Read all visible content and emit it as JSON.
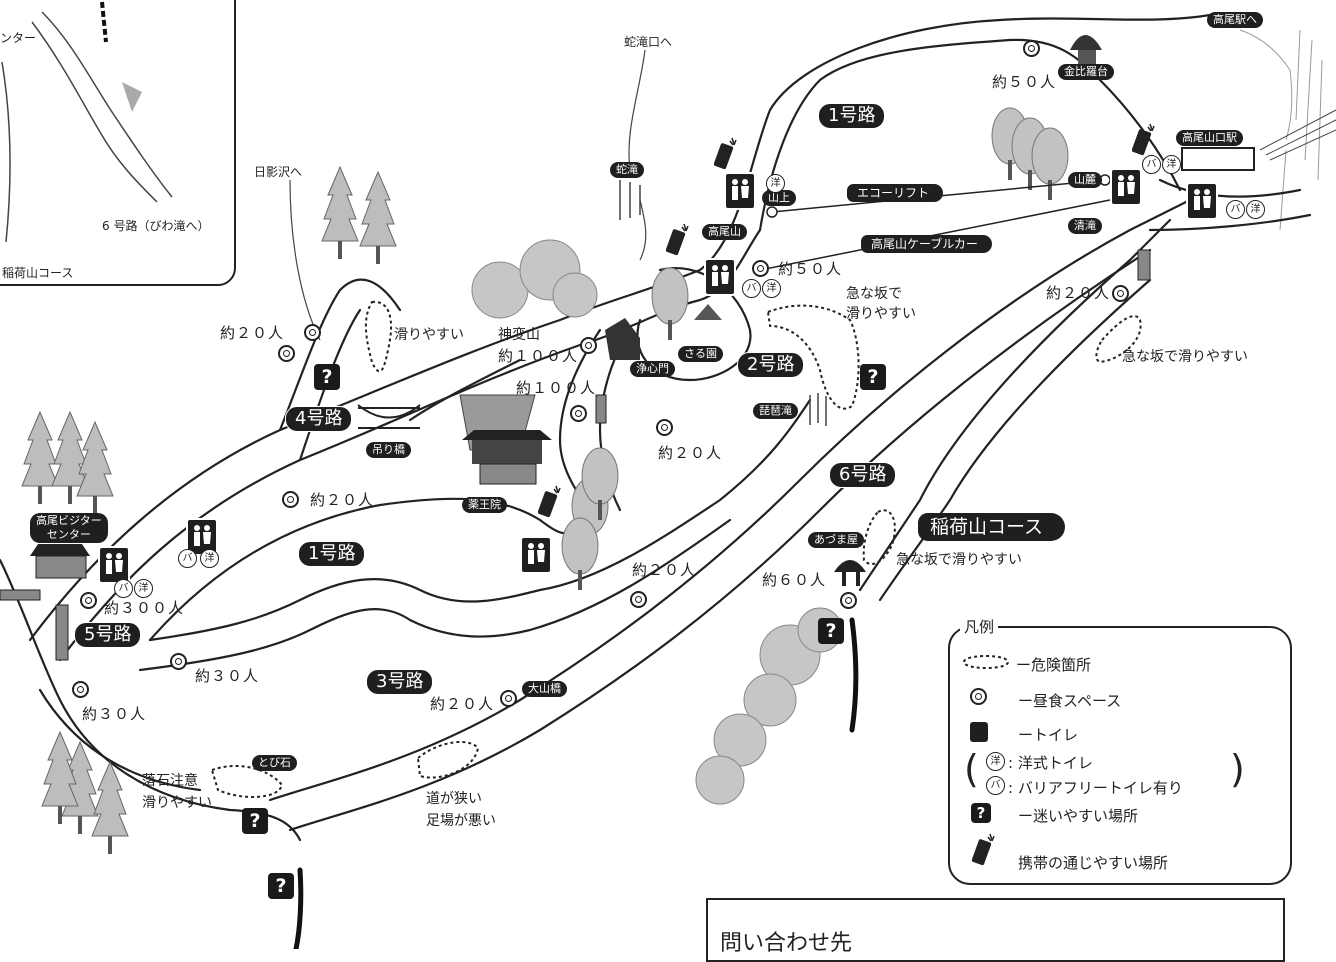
{
  "routes": {
    "r1_upper": "1号路",
    "r1_lower": "1号路",
    "r2": "2号路",
    "r3": "3号路",
    "r4": "4号路",
    "r5": "5号路",
    "r6": "6号路",
    "inari": "稲荷山コース",
    "echo_lift": "エコーリフト",
    "cablecar": "高尾山ケーブルカー"
  },
  "places": {
    "takao_sta": "高尾駅へ",
    "kompira": "金比羅台",
    "takaosanguchi": "高尾山口駅",
    "sanroku": "山麓",
    "kiyotaki": "清滝",
    "sanjo": "山上",
    "takaosan": "高尾山",
    "jashin_mon": "浄心門",
    "saruen": "さる園",
    "biwadaki": "琵琶滝",
    "jataki": "蛇滝",
    "jatakiguchi": "蛇滝口へ",
    "hikagesawa": "日影沢へ",
    "shinpenzan": "神変山",
    "yakuoin": "薬王院",
    "tsuribashi": "吊り橋",
    "visitor_center": "高尾ビジター\nセンター",
    "azumaya": "あづま屋",
    "oyamabashi": "大山橋",
    "tobiishi": "とび石"
  },
  "capacity": {
    "kompira": "約５０人",
    "takaosan": "約５０人",
    "inari_start": "約２０人",
    "w_20a": "約２０人",
    "shinpenzan": "約１００人",
    "mid_100": "約１００人",
    "r2_20": "約２０人",
    "r4_20": "約２０人",
    "r6_20": "約２０人",
    "vc": "約３００人",
    "r5_30a": "約３０人",
    "r5_30b": "約３０人",
    "r3_20": "約２０人",
    "azumaya": "約６０人"
  },
  "warnings": {
    "steep_slip_1": "急な坂で\n滑りやすい",
    "steep_slip_2": "急な坂で滑りやすい",
    "steep_slip_3": "急な坂で滑りやすい",
    "slippery": "滑りやすい",
    "rockfall": "落石注意\n滑りやすい",
    "narrow": "道が狭い\n足場が悪い"
  },
  "inset": {
    "center_label": "ンター",
    "route6_label": "6 号路（びわ滝へ）",
    "inari_label": "稲荷山コース"
  },
  "toilet_marks": {
    "western": "洋",
    "barrier_free": "バ"
  },
  "legend": {
    "title": "凡例",
    "danger": "ー危険箇所",
    "meal": "ー昼食スペース",
    "toilet": "ートイレ",
    "western": ": 洋式トイレ",
    "barrier_free": ": バリアフリートイレ有り",
    "lost": "ー迷いやすい場所",
    "phone": "携帯の通じやすい場所"
  },
  "contact": {
    "title": "問い合わせ先"
  }
}
